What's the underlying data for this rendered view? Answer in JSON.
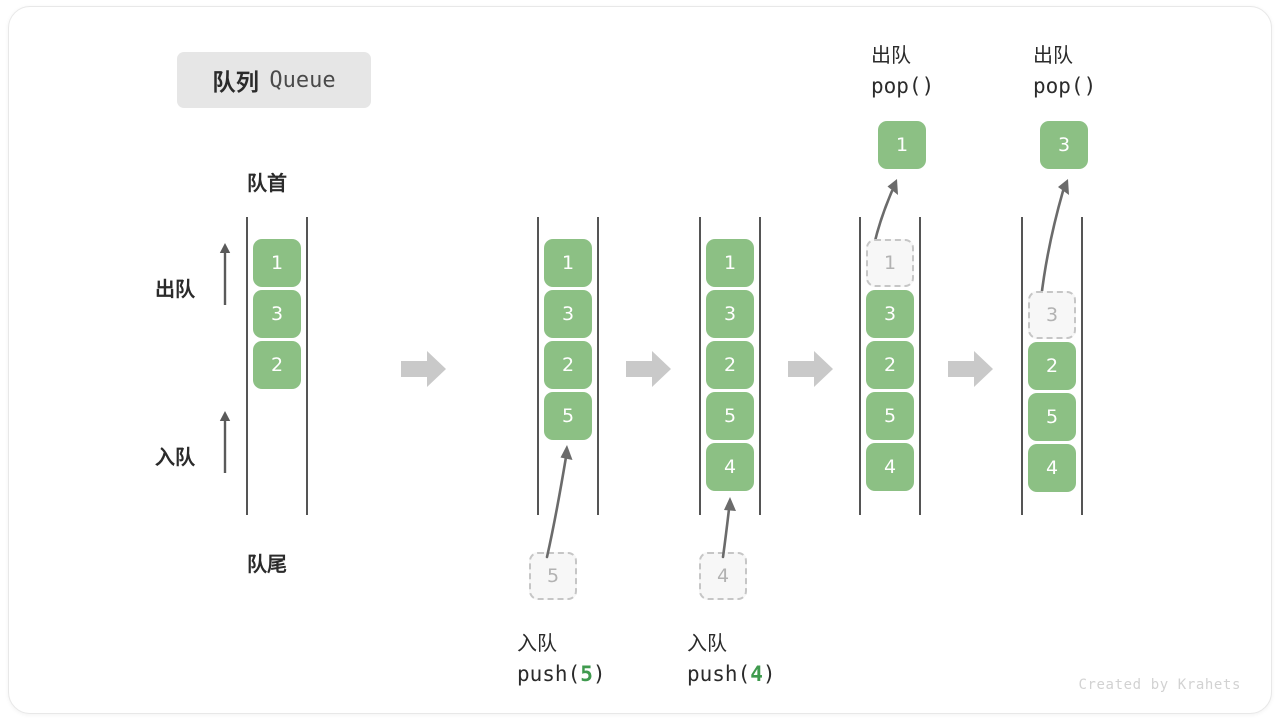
{
  "title": {
    "cn": "队列",
    "en": "Queue"
  },
  "labels": {
    "front": "队首",
    "rear": "队尾",
    "dequeue": "出队",
    "enqueue": "入队"
  },
  "colors": {
    "element_fill": "#8cc084",
    "element_text": "#ffffff",
    "ghost_fill": "#f7f7f7",
    "ghost_border": "#c6c6c6",
    "ghost_text": "#b2b2b2",
    "rail": "#555555",
    "arrow": "#6b6b6b",
    "step_arrow": "#c9c9c9",
    "accent_green": "#3f9a4e",
    "chip_bg": "#e6e6e6",
    "text": "#2b2b2b"
  },
  "columns": [
    {
      "id": "initial",
      "cells": [
        "1",
        "3",
        "2"
      ],
      "ghost_index": null,
      "op_cn": null,
      "op_code": null,
      "op_arg": null
    },
    {
      "id": "after-push-5",
      "cells": [
        "1",
        "3",
        "2",
        "5"
      ],
      "ghost_index": null,
      "op_cn": "入队",
      "op_code_prefix": "push(",
      "op_arg": "5",
      "op_code_suffix": ")",
      "incoming_value": "5"
    },
    {
      "id": "after-push-4",
      "cells": [
        "1",
        "3",
        "2",
        "5",
        "4"
      ],
      "ghost_index": null,
      "op_cn": "入队",
      "op_code_prefix": "push(",
      "op_arg": "4",
      "op_code_suffix": ")",
      "incoming_value": "4"
    },
    {
      "id": "after-pop-1",
      "cells": [
        "1",
        "3",
        "2",
        "5",
        "4"
      ],
      "ghost_index": 0,
      "op_cn": "出队",
      "op_code_prefix": "pop(",
      "op_arg": "",
      "op_code_suffix": ")",
      "outgoing_value": "1"
    },
    {
      "id": "after-pop-3",
      "cells": [
        "3",
        "2",
        "5",
        "4"
      ],
      "ghost_index": 0,
      "op_cn": "出队",
      "op_code_prefix": "pop(",
      "op_arg": "",
      "op_code_suffix": ")",
      "outgoing_value": "3"
    }
  ],
  "step_arrows": 4,
  "watermark": "Created by Krahets"
}
